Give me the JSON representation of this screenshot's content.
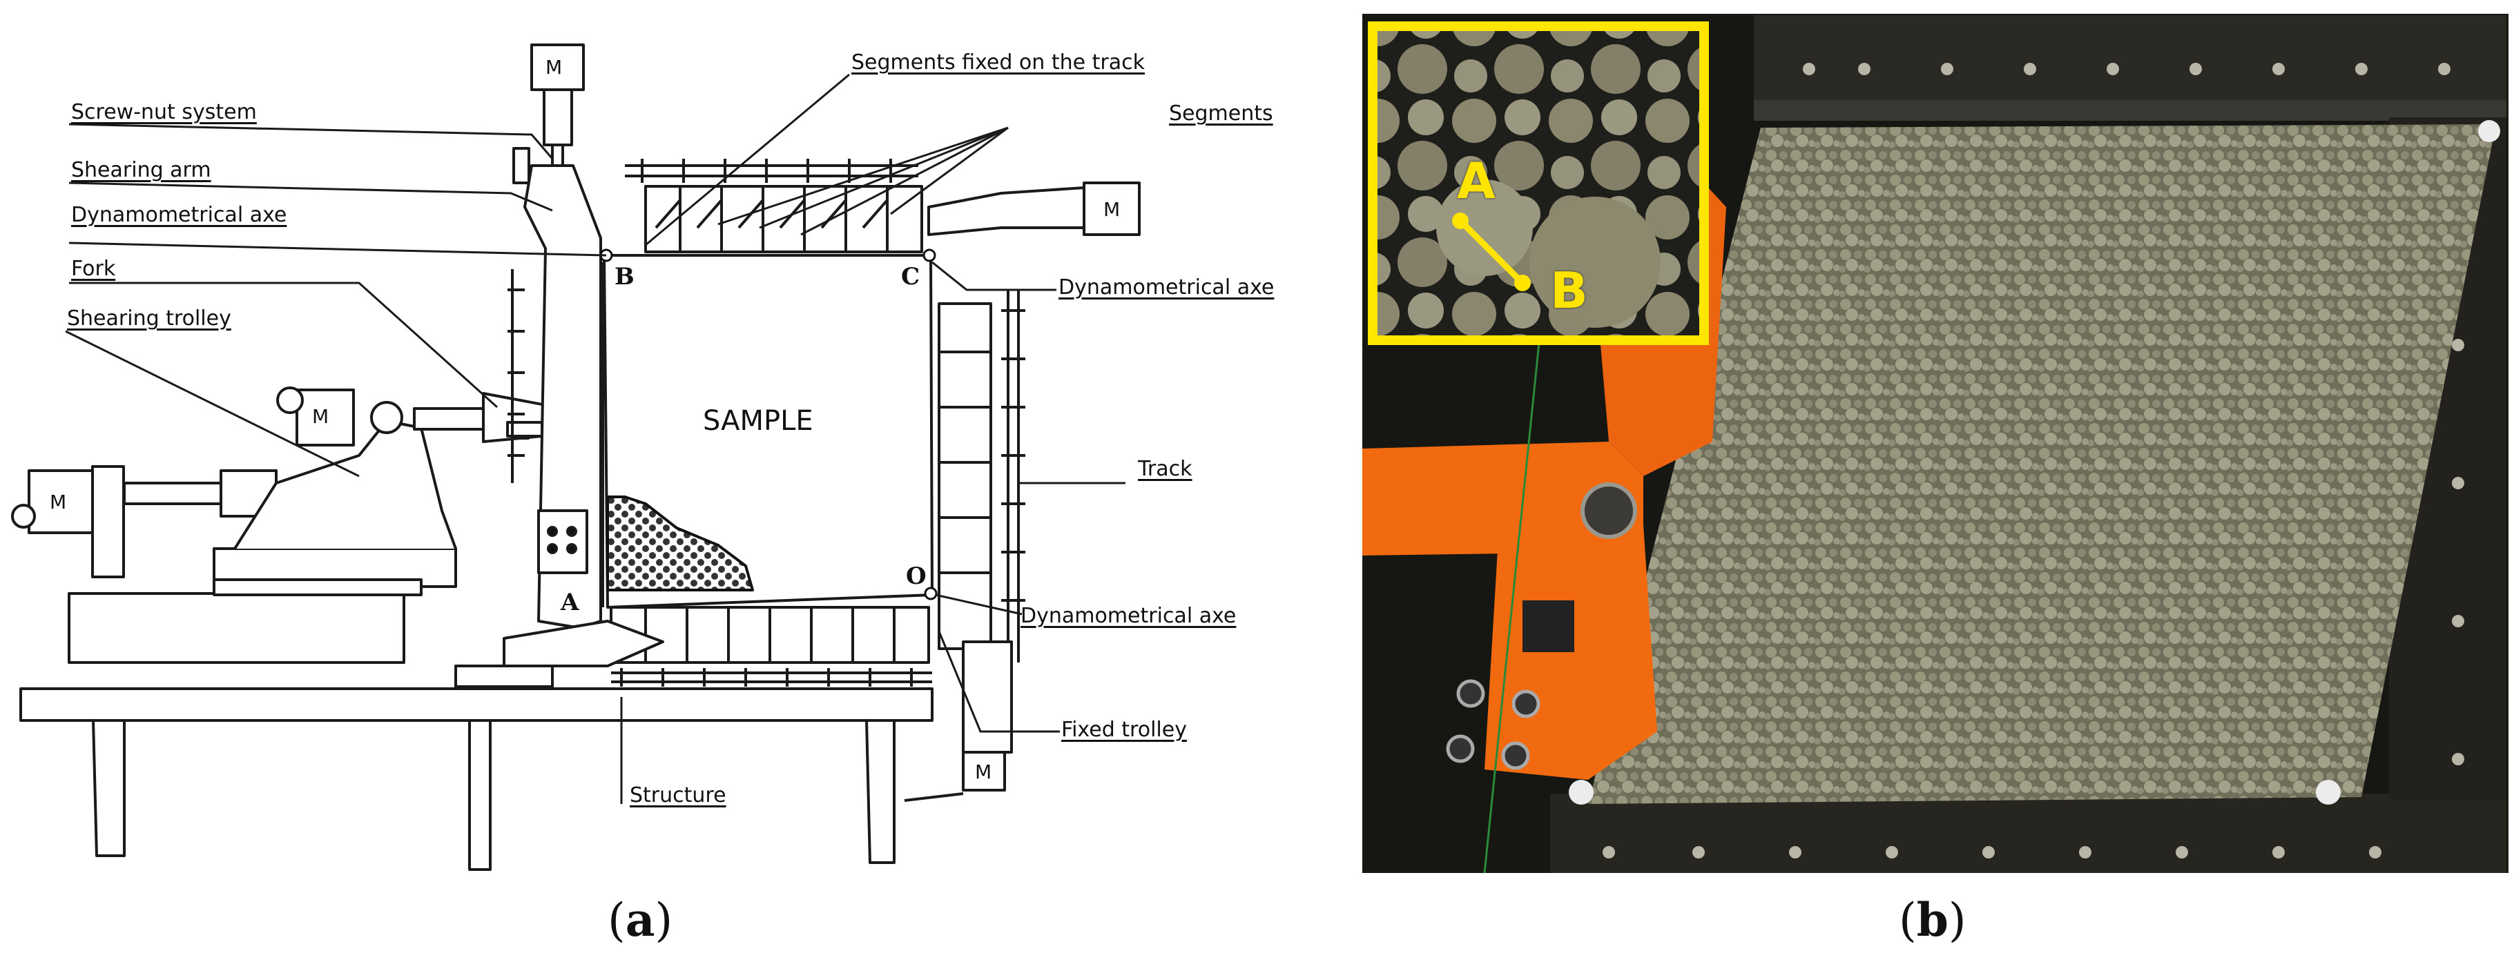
{
  "panel_a": {
    "labels": {
      "segments_fixed": "Segments fixed on the track",
      "segments": "Segments",
      "screw_nut": "Screw-nut system",
      "shearing_arm": "Shearing arm",
      "dyn_axe_left": "Dynamometrical axe",
      "fork": "Fork",
      "shearing_trolley": "Shearing trolley",
      "dyn_axe_right": "Dynamometrical axe",
      "track": "Track",
      "dyn_axe_bottom": "Dynamometrical axe",
      "fixed_trolley": "Fixed trolley",
      "structure": "Structure"
    },
    "sample": "SAMPLE",
    "points": {
      "a": "A",
      "b": "B",
      "c": "C",
      "o": "O"
    },
    "motor": "M"
  },
  "panel_b": {
    "inset_points": {
      "a": "A",
      "b": "B"
    },
    "colors": {
      "inset_frame": "#ffe600",
      "orange_arm": "#f26a10",
      "grains": "#8d8c72",
      "frame": "#1c1c18"
    }
  },
  "captions": {
    "a": "a",
    "b": "b"
  }
}
